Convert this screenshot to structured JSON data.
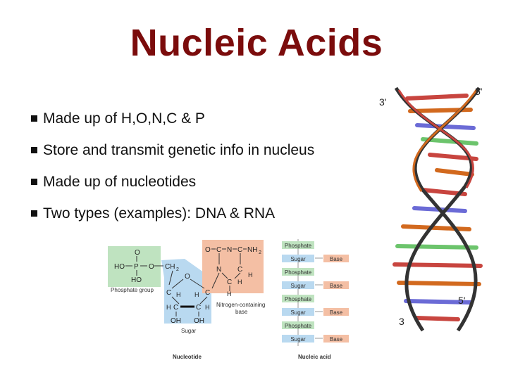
{
  "slide": {
    "title": "Nucleic Acids",
    "bullets": [
      "Made up of H,O,N,C & P",
      "Store and transmit genetic info in nucleus",
      "Made up of nucleotides",
      "Two types (examples): DNA & RNA"
    ]
  },
  "nucleotide_diagram": {
    "phosphate_group_label": "Phosphate group",
    "sugar_label": "Sugar",
    "base_label_line1": "Nitrogen-containing",
    "base_label_line2": "base",
    "caption": "Nucleotide",
    "atoms": {
      "O": "O",
      "HO": "HO",
      "P": "P",
      "CH2": "CH",
      "sub2": "2",
      "C": "C",
      "H": "H",
      "OH": "OH",
      "N": "N",
      "NH2": "NH",
      "subNH2": "2"
    }
  },
  "nucleic_acid_diagram": {
    "caption": "Nucleic acid",
    "phosphate_label": "Phosphate",
    "sugar_label": "Sugar",
    "base_label": "Base"
  },
  "helix_image": {
    "label_3_top": "3'",
    "label_5_top": "5'",
    "label_5_bottom": "5'",
    "label_3_bottom": "3"
  },
  "colors": {
    "title": "#7b0c0c",
    "phosphate_green": "#bfe3c0",
    "sugar_blue": "#b9d9f0",
    "base_salmon": "#f4bfa4",
    "helix_red": "#c8453f",
    "helix_orange": "#d2691e",
    "helix_blue": "#6b6bd6",
    "helix_green": "#6cc46c"
  }
}
